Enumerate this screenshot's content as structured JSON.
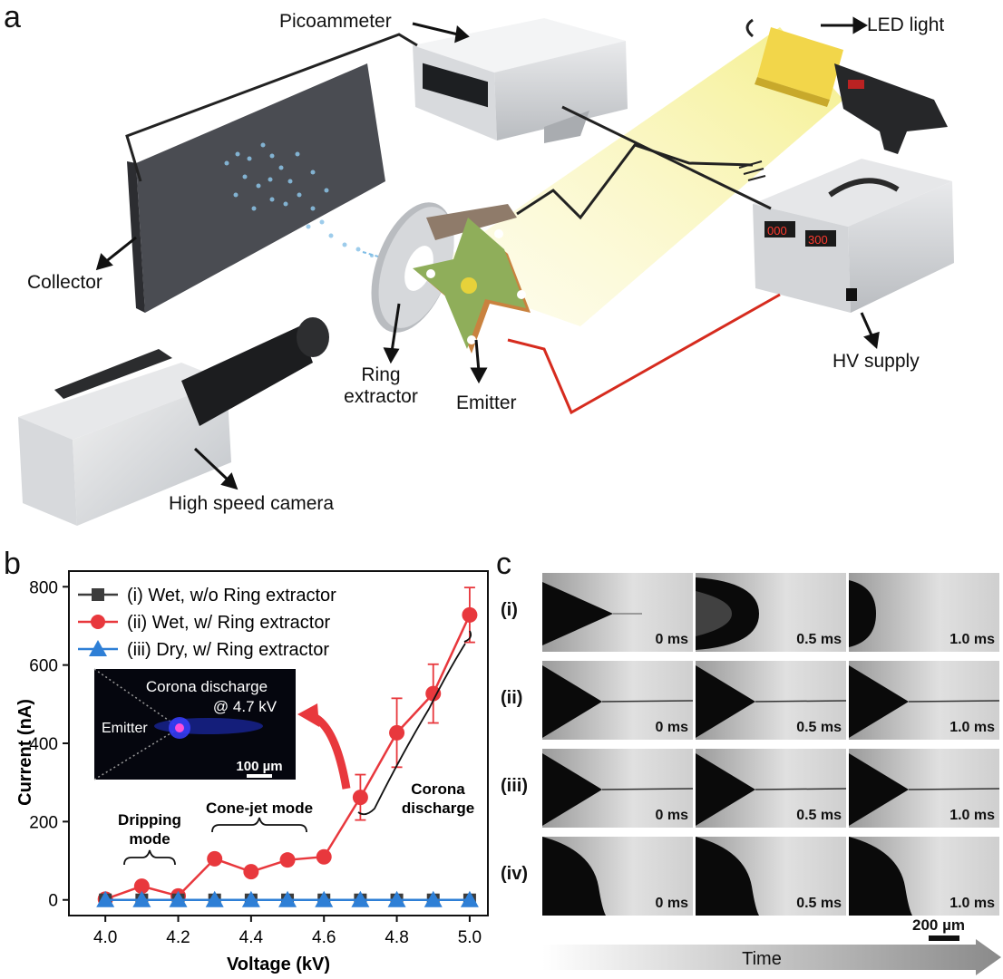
{
  "panels": {
    "a": "a",
    "b": "b",
    "c": "c"
  },
  "panel_a": {
    "labels": {
      "picoammeter": "Picoammeter",
      "led_light": "LED light",
      "collector": "Collector",
      "ring_extractor_line1": "Ring",
      "ring_extractor_line2": "extractor",
      "emitter": "Emitter",
      "hv_supply": "HV supply",
      "camera": "High speed camera"
    },
    "hv_display_left": "000",
    "hv_display_right": "300",
    "colors": {
      "led_beam": "#f3ef8f",
      "hv_wire": "#d62b1e",
      "ground_wire": "#222222",
      "emitter_board": "#8fae5a",
      "collector": "#3b3d42"
    }
  },
  "chart_data": {
    "type": "line",
    "xlabel": "Voltage (kV)",
    "ylabel": "Current (nA)",
    "xlim": [
      3.9,
      5.05
    ],
    "ylim": [
      -40,
      840
    ],
    "xticks": [
      "4.0",
      "4.2",
      "4.4",
      "4.6",
      "4.8",
      "5.0"
    ],
    "yticks": [
      "0",
      "200",
      "400",
      "600",
      "800"
    ],
    "x": [
      4.0,
      4.1,
      4.2,
      4.3,
      4.4,
      4.5,
      4.6,
      4.7,
      4.8,
      4.9,
      5.0
    ],
    "series": [
      {
        "name": "(i) Wet, w/o Ring extractor",
        "color": "#3c3c3c",
        "marker": "square",
        "values": [
          0,
          0,
          0,
          0,
          0,
          0,
          0,
          0,
          0,
          0,
          0
        ]
      },
      {
        "name": "(ii) Wet, w/ Ring extractor",
        "color": "#e8383d",
        "marker": "circle",
        "values": [
          2,
          35,
          10,
          105,
          72,
          102,
          110,
          262,
          427,
          527,
          728
        ],
        "errors": [
          0,
          0,
          0,
          0,
          0,
          0,
          0,
          58,
          88,
          75,
          70
        ]
      },
      {
        "name": "(iii) Dry, w/ Ring extractor",
        "color": "#2e7fd6",
        "marker": "triangle",
        "values": [
          0,
          0,
          0,
          0,
          0,
          0,
          0,
          0,
          0,
          0,
          0
        ]
      }
    ],
    "legend": "top-left",
    "annotations": {
      "dripping_line1": "Dripping",
      "dripping_line2": "mode",
      "cone_jet": "Cone-jet mode",
      "corona_line1": "Corona",
      "corona_line2": "discharge"
    },
    "inset": {
      "title_line1": "Corona discharge",
      "title_line2": "@ 4.7 kV",
      "emitter_label": "Emitter",
      "scale_bar": "100 µm"
    }
  },
  "panel_c": {
    "rows": [
      "(i)",
      "(ii)",
      "(iii)",
      "(iv)"
    ],
    "times": [
      "0 ms",
      "0.5 ms",
      "1.0 ms"
    ],
    "scale_bar": "200 µm",
    "time_arrow": "Time"
  }
}
